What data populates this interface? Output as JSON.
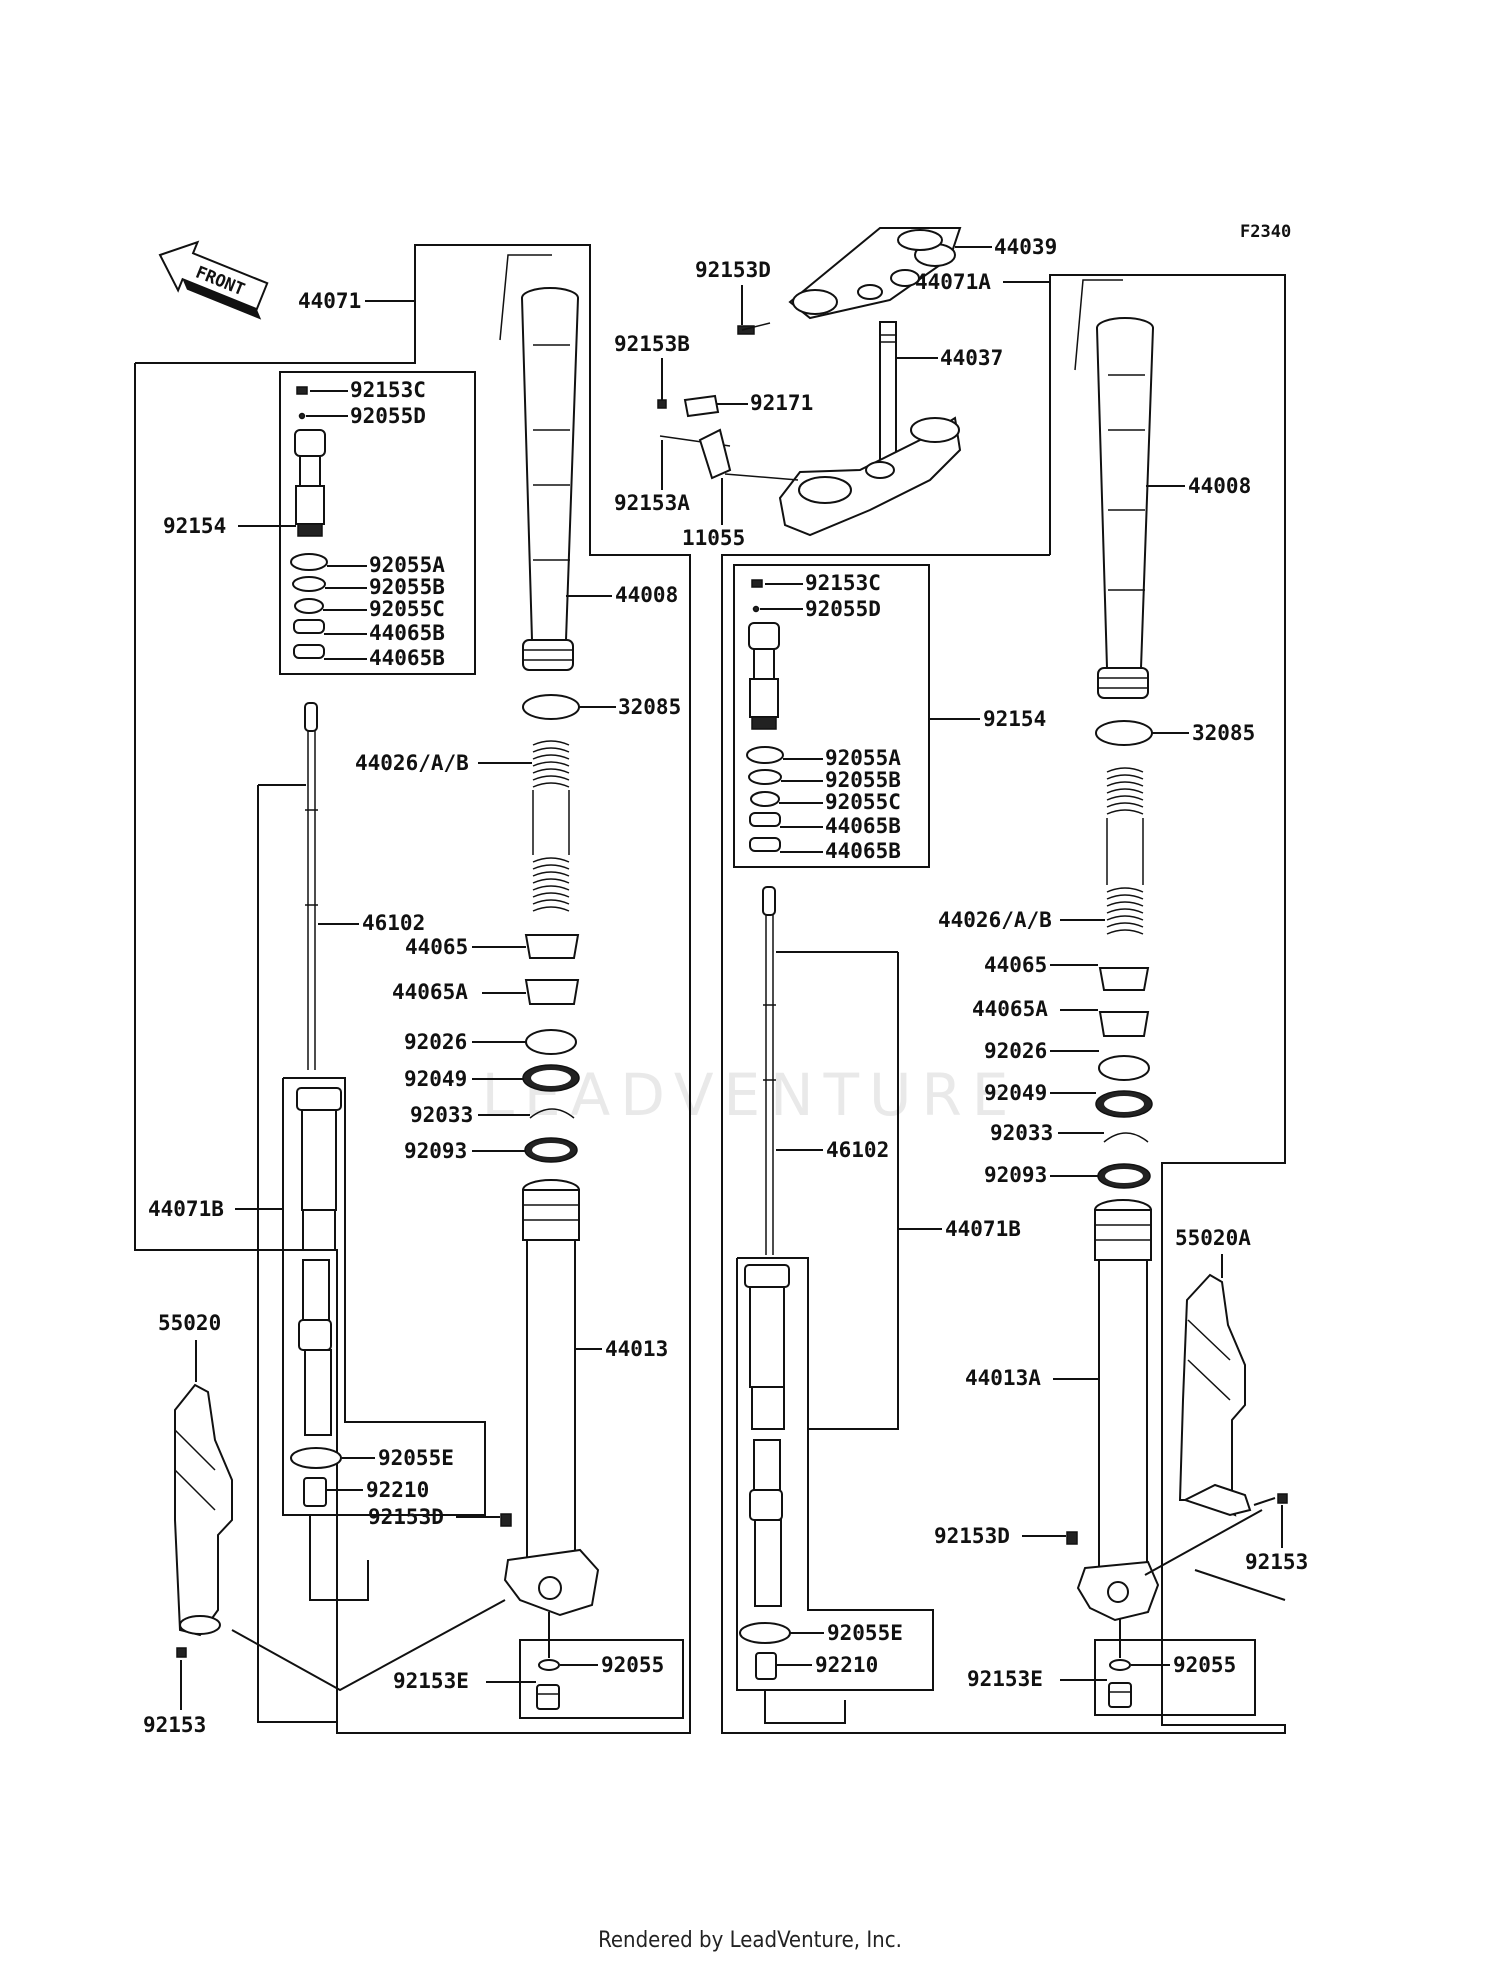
{
  "figure_code": "F2340",
  "front_label": "FRONT",
  "footer": "Rendered by LeadVenture, Inc.",
  "watermark": "LEADVENTURE",
  "parts": {
    "p44071": "44071",
    "p44071A": "44071A",
    "p44071B_l": "44071B",
    "p44071B_r": "44071B",
    "p44039": "44039",
    "p44037": "44037",
    "p92153D_top": "92153D",
    "p92153B": "92153B",
    "p92171": "92171",
    "p92153A": "92153A",
    "p11055": "11055",
    "l92153C": "92153C",
    "l92055D": "92055D",
    "l92154": "92154",
    "l92055A": "92055A",
    "l92055B": "92055B",
    "l92055C": "92055C",
    "l44065B_1": "44065B",
    "l44065B_2": "44065B",
    "l44008": "44008",
    "l32085": "32085",
    "l44026": "44026/A/B",
    "l46102": "46102",
    "l44065": "44065",
    "l44065A": "44065A",
    "l92026": "92026",
    "l92049": "92049",
    "l92033": "92033",
    "l92093": "92093",
    "l44013": "44013",
    "l55020": "55020",
    "l92055E": "92055E",
    "l92210": "92210",
    "l92153D": "92153D",
    "l92153E": "92153E",
    "l92055": "92055",
    "l92153": "92153",
    "r92153C": "92153C",
    "r92055D": "92055D",
    "r92154": "92154",
    "r92055A": "92055A",
    "r92055B": "92055B",
    "r92055C": "92055C",
    "r44065B_1": "44065B",
    "r44065B_2": "44065B",
    "r44008": "44008",
    "r32085": "32085",
    "r44026": "44026/A/B",
    "r44065": "44065",
    "r44065A": "44065A",
    "r92026": "92026",
    "r92049": "92049",
    "r92033": "92033",
    "r92093": "92093",
    "r46102": "46102",
    "r55020A": "55020A",
    "r44013A": "44013A",
    "r92153D": "92153D",
    "r92153": "92153",
    "r92055E": "92055E",
    "r92210": "92210",
    "r92153E": "92153E",
    "r92055": "92055"
  }
}
